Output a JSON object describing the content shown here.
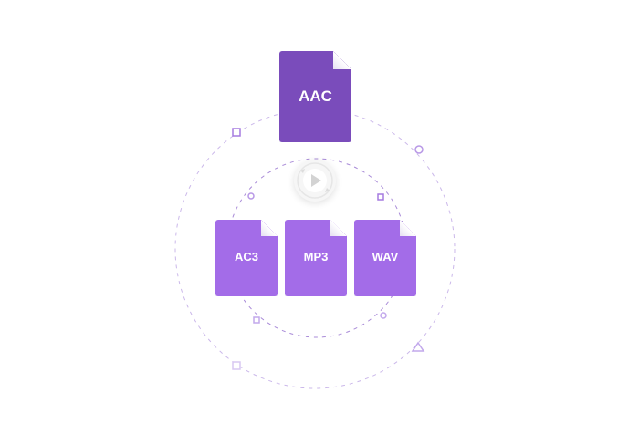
{
  "source_file": {
    "label": "AAC",
    "color": "#7a4cbb"
  },
  "convert_icon": "play-convert-icon",
  "target_files": [
    {
      "label": "AC3",
      "color": "#a36ce8"
    },
    {
      "label": "MP3",
      "color": "#a36ce8"
    },
    {
      "label": "WAV",
      "color": "#a36ce8"
    }
  ]
}
